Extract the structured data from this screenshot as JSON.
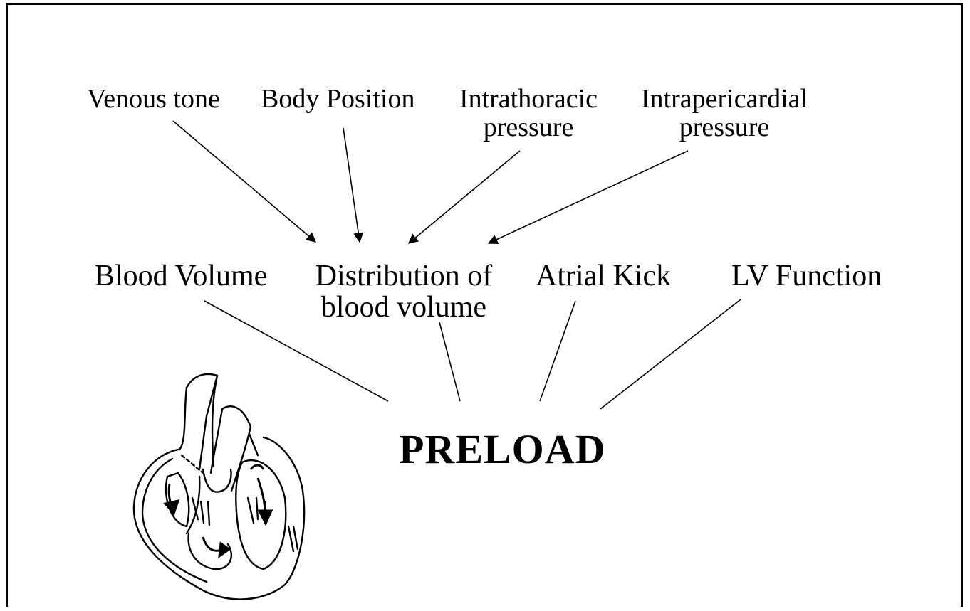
{
  "colors": {
    "ink": "#000000",
    "background": "#ffffff"
  },
  "top_factors": {
    "venous_tone": "Venous tone",
    "body_position": "Body Position",
    "intrathoracic": {
      "line1": "Intrathoracic",
      "line2": "pressure"
    },
    "intrapericardial": {
      "line1": "Intrapericardial",
      "line2": "pressure"
    }
  },
  "mid_factors": {
    "blood_volume": "Blood Volume",
    "distribution": {
      "line1": "Distribution of",
      "line2": "blood volume"
    },
    "atrial_kick": "Atrial Kick",
    "lv_function": "LV Function"
  },
  "center_label": "PRELOAD",
  "illustration": "heart-cross-section-icon"
}
